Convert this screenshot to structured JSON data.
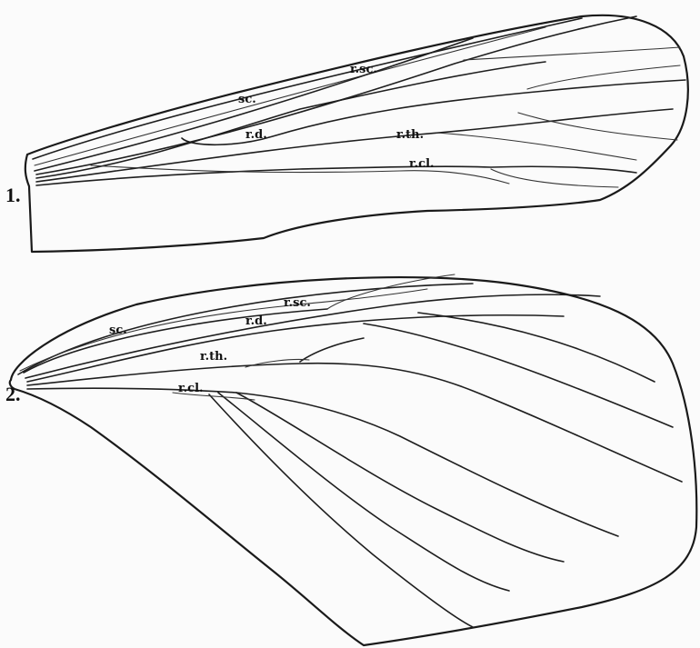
{
  "figure_numbers": {
    "wing1": "1.",
    "wing2": "2."
  },
  "wing1_labels": {
    "sc": "sc.",
    "rsc": "r.sc.",
    "rd": "r.d.",
    "rth": "r.th.",
    "rcl": "r.cl."
  },
  "wing2_labels": {
    "sc": "sc.",
    "rsc": "r.sc.",
    "rd": "r.d.",
    "rth": "r.th.",
    "rcl": "r.cl."
  }
}
